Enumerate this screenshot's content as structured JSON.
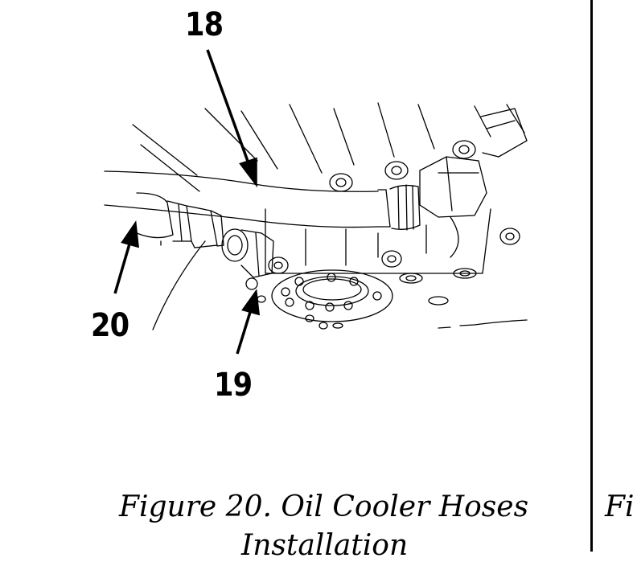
{
  "figure": {
    "callouts": {
      "c18": "18",
      "c19": "19",
      "c20": "20"
    },
    "caption_line1": "Figure 20.  Oil Cooler Hoses",
    "caption_line2": "Installation",
    "next_caption_fragment": "Fi"
  }
}
